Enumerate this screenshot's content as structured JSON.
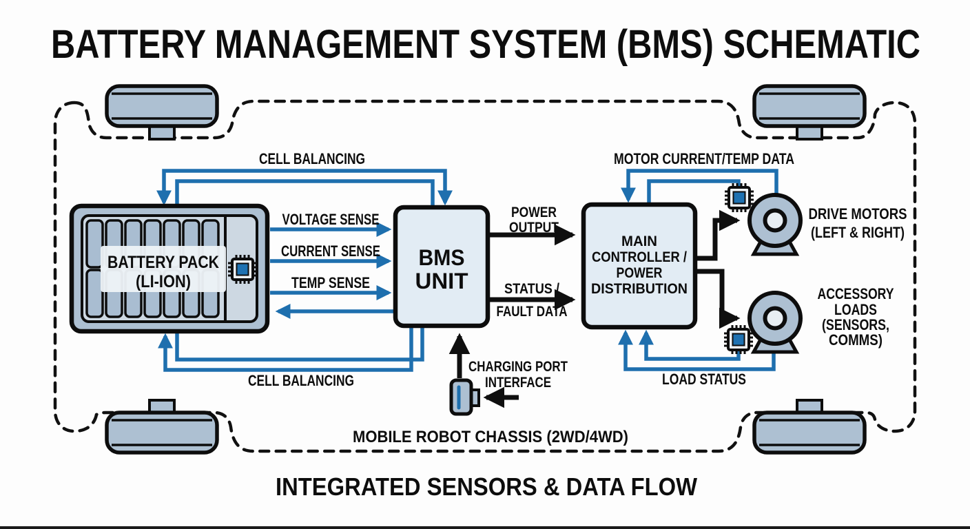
{
  "title": "BATTERY MANAGEMENT SYSTEM (BMS) SCHEMATIC",
  "footer": {
    "chassis_label": "MOBILE ROBOT CHASSIS (2WD/4WD)",
    "subtitle": "INTEGRATED SENSORS & DATA FLOW"
  },
  "colors": {
    "accent_blue": "#1e6fae",
    "chip_blue": "#1f72b2",
    "metal_fill": "#adc0d2",
    "box_fill": "#e2ecf4",
    "panel_fill": "#cdd8e2",
    "cell_fill": "#a9bdd1"
  },
  "nodes": {
    "battery": {
      "line1": "BATTERY PACK",
      "line2": "(LI-ION)"
    },
    "bms": {
      "line1": "BMS",
      "line2": "UNIT"
    },
    "controller": {
      "line1": "MAIN",
      "line2": "CONTROLLER /",
      "line3": "POWER",
      "line4": "DISTRIBUTION"
    },
    "drive_motors": {
      "line1": "DRIVE MOTORS",
      "line2": "(LEFT & RIGHT)"
    },
    "accessory_loads": {
      "line1": "ACCESSORY",
      "line2": "LOADS",
      "line3": "(SENSORS,",
      "line4": "COMMS)"
    }
  },
  "flows": {
    "cell_balancing_top": "CELL BALANCING",
    "cell_balancing_bottom": "CELL BALANCING",
    "motor_data": "MOTOR CURRENT/TEMP DATA",
    "voltage_sense": "VOLTAGE SENSE",
    "current_sense": "CURRENT SENSE",
    "temp_sense": "TEMP SENSE",
    "power_output_line1": "POWER",
    "power_output_line2": "OUTPUT",
    "status_fault_line1": "STATUS /",
    "status_fault_line2": "FAULT DATA",
    "load_status": "LOAD STATUS",
    "charging_line1": "CHARGING PORT",
    "charging_line2": "INTERFACE"
  }
}
